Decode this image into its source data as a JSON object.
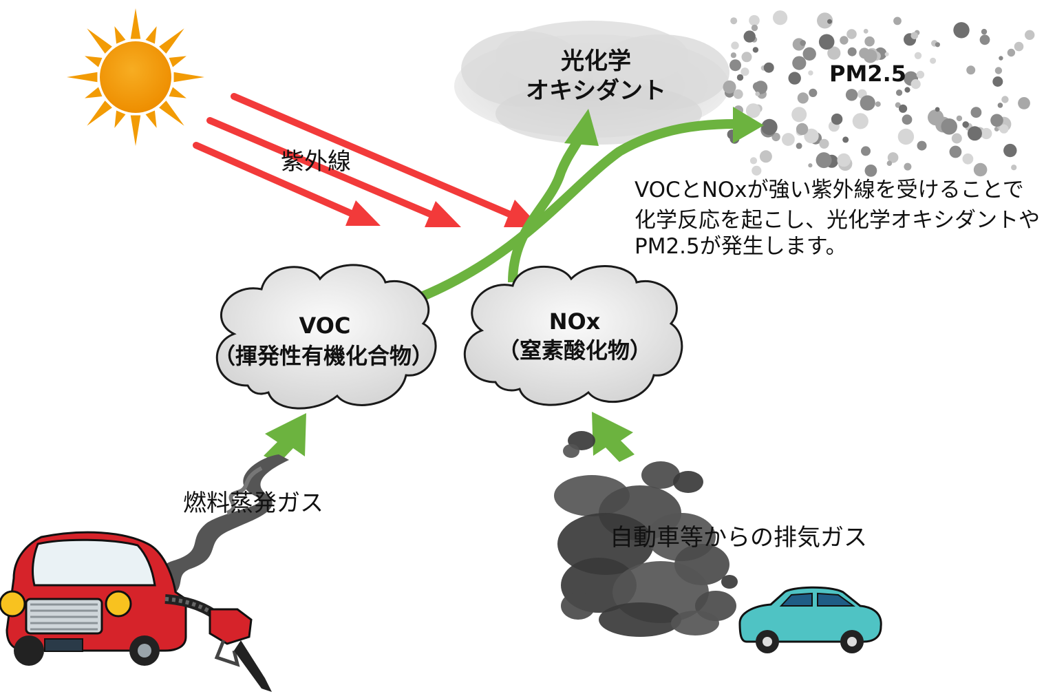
{
  "labels": {
    "uv": "紫外線",
    "photochem_line1": "光化学",
    "photochem_line2": "オキシダント",
    "pm25": "PM2.5",
    "voc_title": "VOC",
    "voc_sub": "（揮発性有機化合物）",
    "nox_title": "NOx",
    "nox_sub": "（窒素酸化物）",
    "fuel_gas": "燃料蒸発ガス",
    "exhaust": "自動車等からの排気ガス"
  },
  "description": {
    "line1": "VOCとNOxが強い紫外線を受けることで",
    "line2": "化学反応を起こし、光化学オキシダントや",
    "line3": "PM2.5が発生します。"
  },
  "colors": {
    "uv_arrow": "#f23a3a",
    "green_arrow": "#6cb33f",
    "sun": "#f29b05",
    "cloud_fill": "#e6e6e6",
    "smog": "#d4d4d4",
    "red_car": "#d6232a",
    "blue_car": "#4fc3c4",
    "exhaust_smoke": "#4a4a4a"
  },
  "icons": [
    "sun-icon",
    "red-car-icon",
    "fuel-nozzle-icon",
    "blue-car-icon"
  ]
}
